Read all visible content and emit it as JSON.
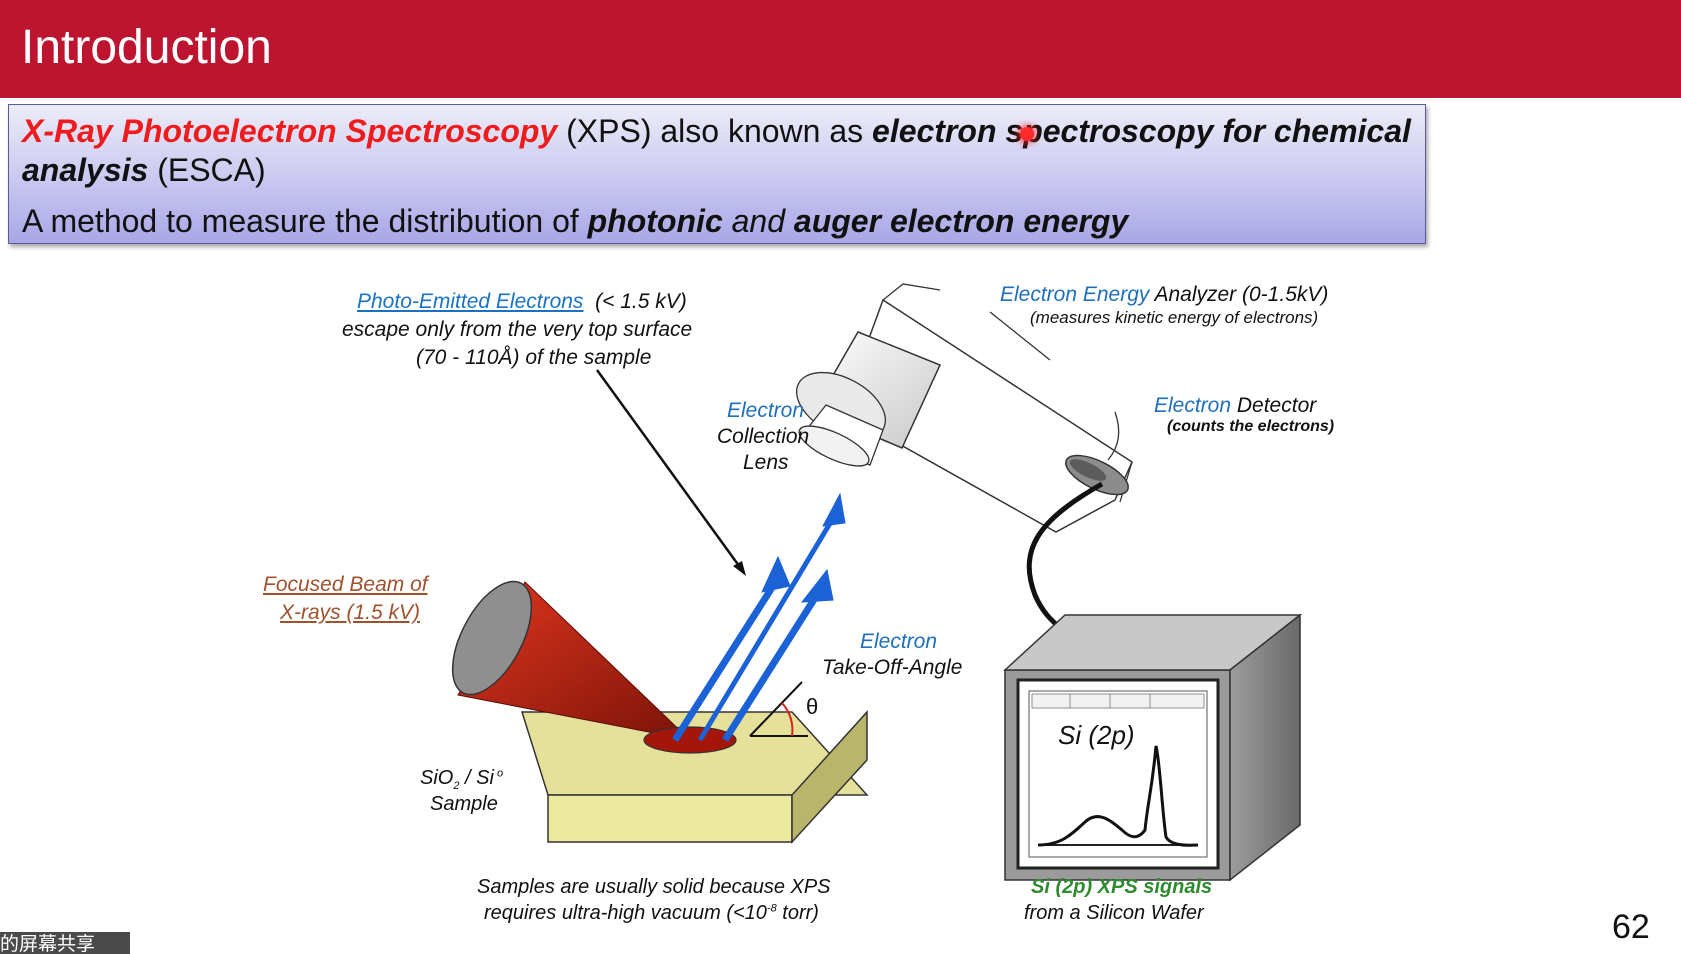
{
  "slide": {
    "title": "Introduction",
    "page_number": "62"
  },
  "definition": {
    "line1": {
      "xps_name": "X-Ray Photoelectron Spectroscopy",
      "xps_abbr": " (XPS) also known as ",
      "esca_name": "electron spectroscopy for chemical analysis",
      "esca_abbr": " (ESCA)"
    },
    "line2": {
      "prefix": "A method to measure the distribution of ",
      "term1": "photonic",
      "and": " and ",
      "term2": "auger electron energy"
    }
  },
  "diagram": {
    "photo_emitted": {
      "name": "Photo-Emitted Electrons",
      "voltage": "(< 1.5 kV)",
      "line2": "escape only from the very top surface",
      "line3": "(70 - 110Å) of the sample"
    },
    "analyzer": {
      "name_blue": "Electron Energy",
      "name_black": " Analyzer  (0-1.5kV)",
      "desc": "(measures kinetic energy of electrons)"
    },
    "lens": {
      "line1": "Electron",
      "line2": "Collection",
      "line3": "Lens"
    },
    "detector": {
      "name_blue": "Electron",
      "name_black": " Detector",
      "desc": "(counts the electrons)"
    },
    "xray_beam": {
      "line1": "Focused Beam of",
      "line2": "X-rays (1.5 kV)"
    },
    "takeoff": {
      "line1": "Electron",
      "line2": "Take-Off-Angle",
      "theta": "θ"
    },
    "sample": {
      "line1_a": "SiO",
      "line1_sub": "2",
      "line1_b": " / Si",
      "line1_sup": " o",
      "line2": "Sample"
    },
    "monitor": {
      "label": "Si (2p)"
    },
    "vacuum_note": {
      "line1": "Samples are usually solid because XPS",
      "line2_a": "requires ultra-high vacuum (<10",
      "line2_sup": "-8",
      "line2_b": " torr)"
    },
    "signals": {
      "line1": "Si (2p) XPS signals",
      "line2": "from a Silicon Wafer"
    }
  },
  "overlay": {
    "screen_share": "的屏幕共享"
  },
  "colors": {
    "title_bar": "#bd1430",
    "accent_red": "#ee1c1c",
    "label_blue": "#1f6fbd",
    "arrow_blue": "#1a62d6",
    "signals_green": "#2e8b2e",
    "xray_red": "#c0291a",
    "sample_yellow": "#e8e39a"
  }
}
